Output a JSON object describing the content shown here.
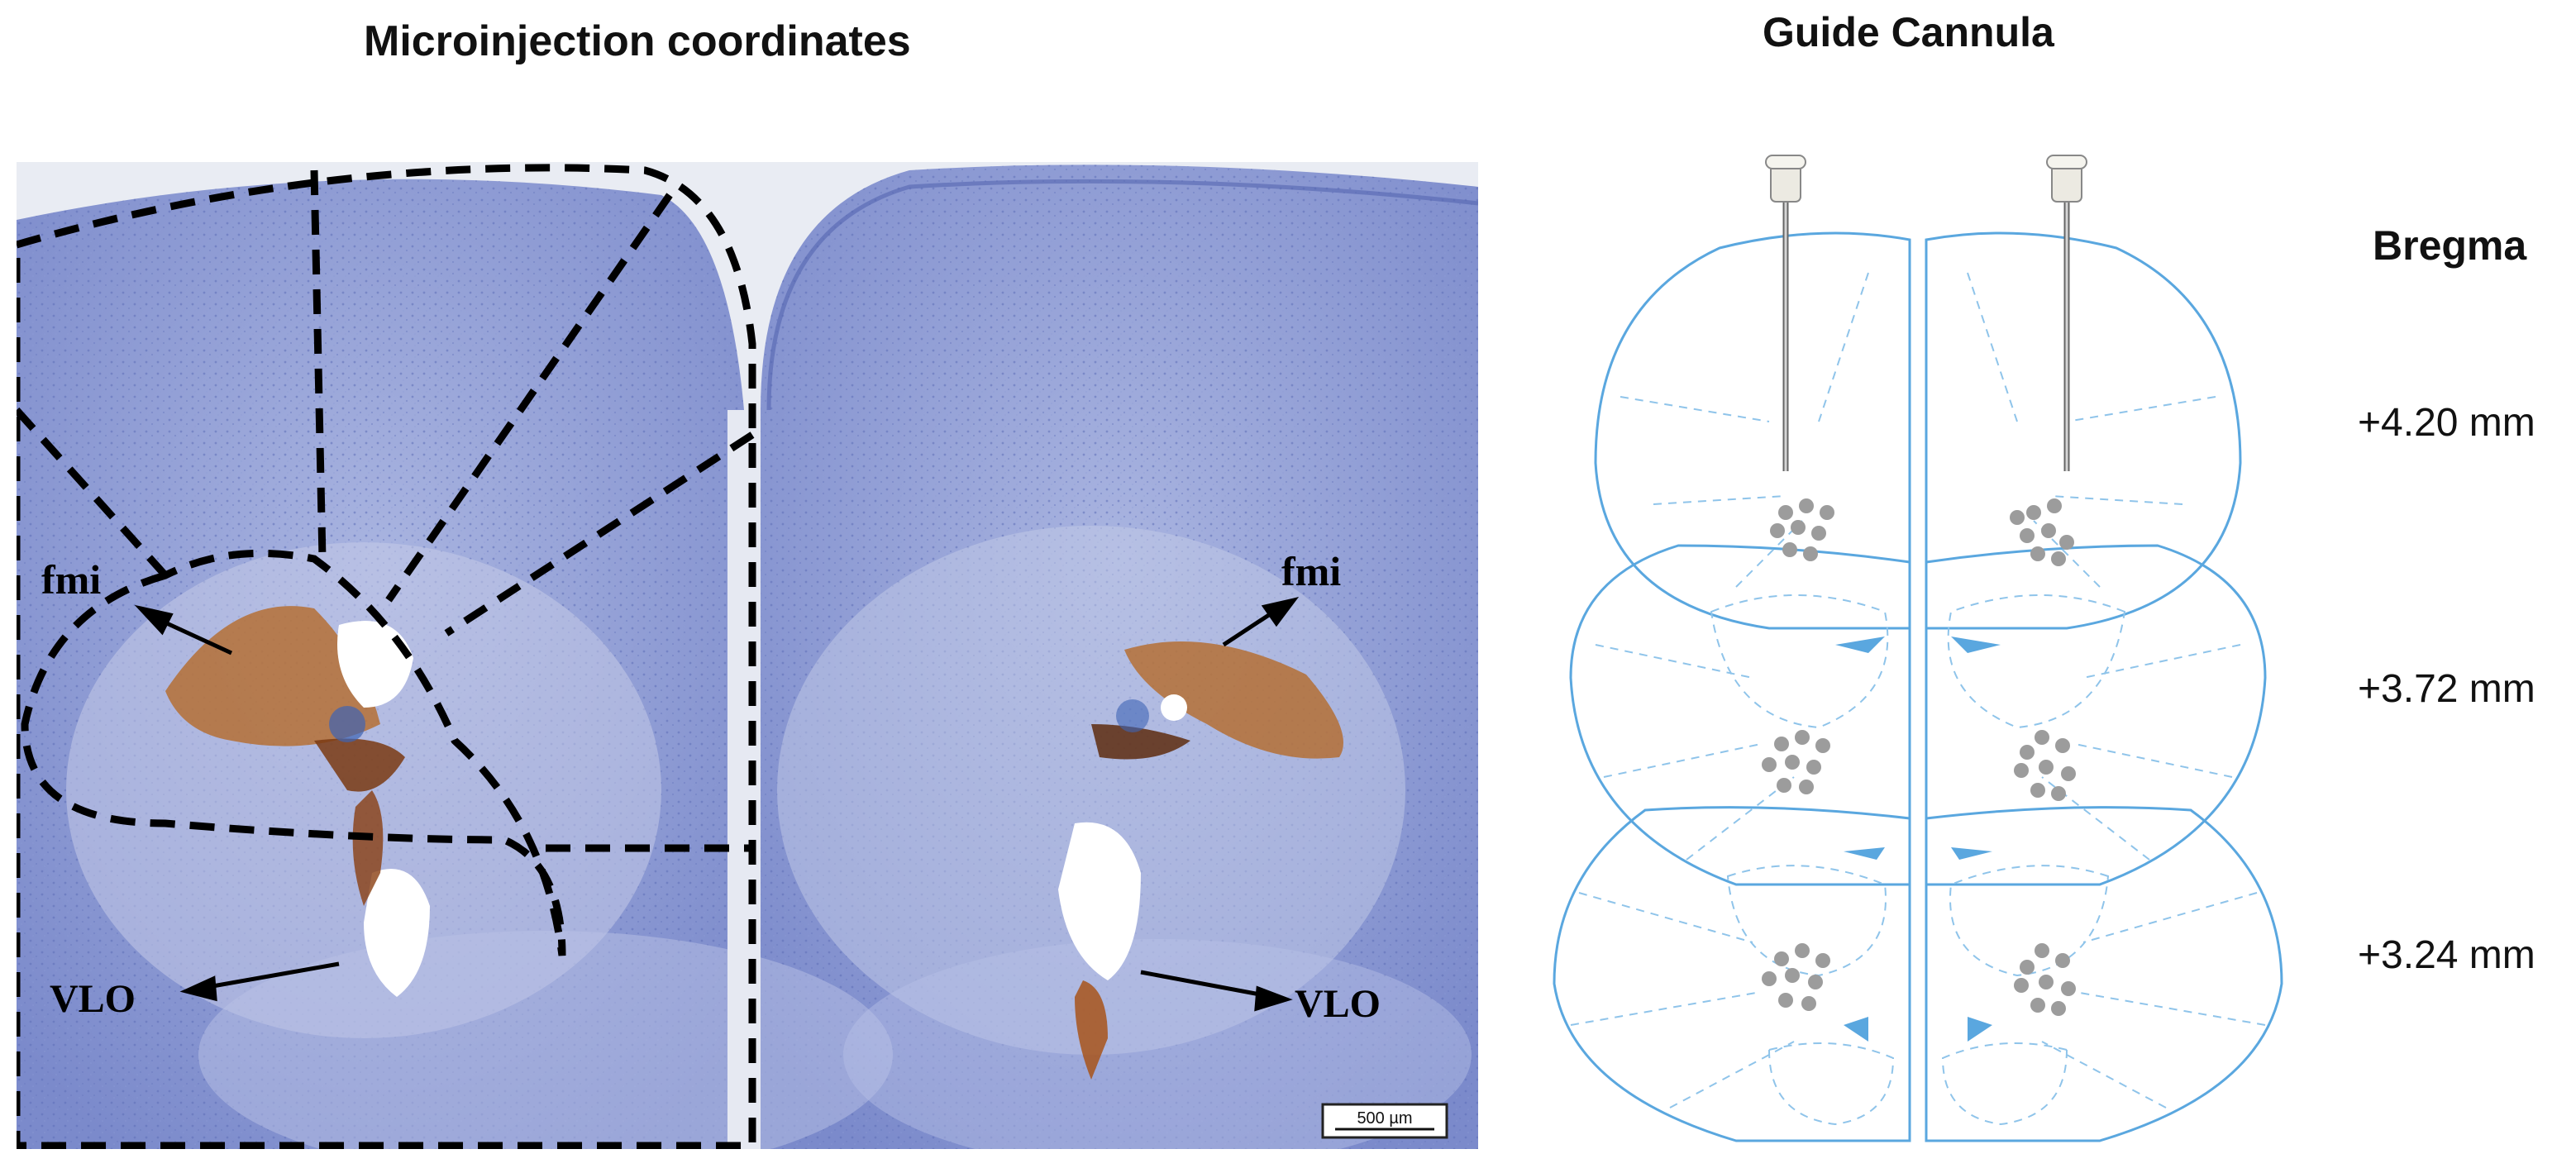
{
  "panel_left": {
    "title": "Microinjection coordinates",
    "labels": {
      "fmi_left": "fmi",
      "fmi_right": "fmi",
      "vlo_left": "VLO",
      "vlo_right": "VLO"
    },
    "scale_bar": "500 µm"
  },
  "panel_right": {
    "title": "Guide Cannula",
    "bregma_title": "Bregma",
    "coordinates": [
      "+4.20 mm",
      "+3.72 mm",
      "+3.24 mm"
    ]
  },
  "colors": {
    "tissue": "#7f8fcf",
    "tissue_light": "#b6c0e3",
    "stain": "#b5651d",
    "atlas_line": "#5aa7df",
    "dot": "#9c9c9c",
    "dashed": "#000000"
  }
}
